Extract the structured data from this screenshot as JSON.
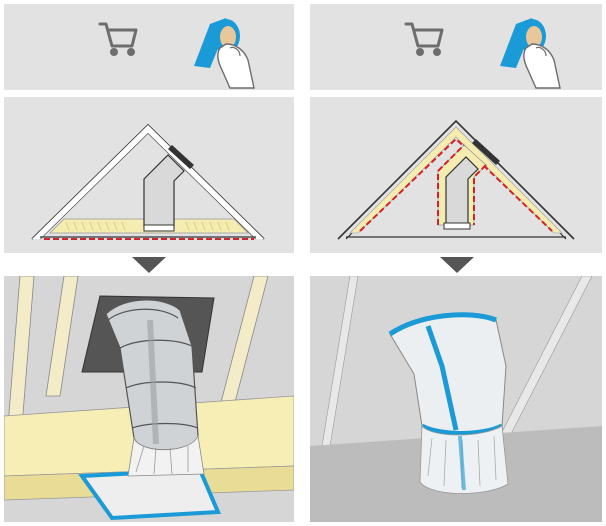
{
  "figure": {
    "columns": [
      {
        "id": "left",
        "icons": [
          "shopping-cart-icon",
          "tape-roll-in-hand-icon"
        ],
        "section_diagram": "rafter-section-insulation-below-duct",
        "vapour_barrier_line": "below-insulation-dashed-red",
        "detail": "duct-elbow-through-insulation-tape-on-floor"
      },
      {
        "id": "right",
        "icons": [
          "shopping-cart-icon",
          "tape-roll-in-hand-icon"
        ],
        "section_diagram": "rafter-section-insulation-around-duct",
        "vapour_barrier_line": "wrapped-around-duct-dashed-red",
        "detail": "duct-wrapped-in-foil-with-blue-tape"
      }
    ],
    "colors": {
      "panel_bg": "#e2e2e2",
      "tape_blue": "#1a9ad6",
      "insulation": "#f4ecb0",
      "vapour_barrier": "#d3222a",
      "arrow": "#555555"
    }
  }
}
